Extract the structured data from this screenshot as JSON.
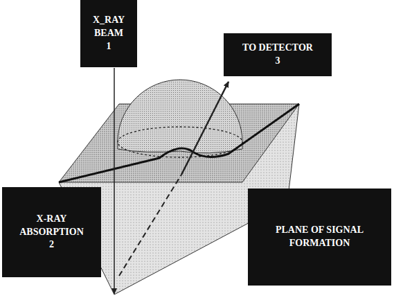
{
  "diagram": {
    "nodes": [
      {
        "text": [
          "X_RAY BEAM",
          "1"
        ]
      },
      {
        "text": [
          "TO DETECTOR",
          "3"
        ]
      },
      {
        "text": [
          "X-RAY ABSORPTION",
          "2"
        ]
      },
      {
        "text": [
          "PLANE OF SIGNAL FORMATION"
        ]
      }
    ]
  }
}
